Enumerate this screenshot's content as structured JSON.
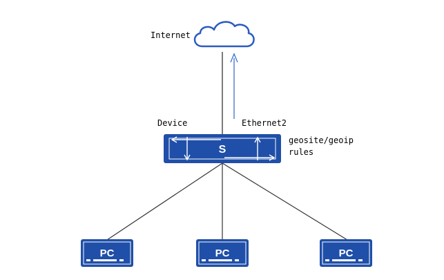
{
  "labels": {
    "internet": "Internet",
    "device": "Device",
    "interface": "Ethernet2",
    "rules_line1": "geosite/geoip",
    "rules_line2": "rules"
  },
  "switch": {
    "letter": "S"
  },
  "pcs": [
    {
      "label": "PC"
    },
    {
      "label": "PC"
    },
    {
      "label": "PC"
    }
  ],
  "colors": {
    "device_fill": "#1f4fa8",
    "cloud_stroke": "#2a5bbf",
    "arrow": "#3b6fd0",
    "link": "#333333"
  }
}
